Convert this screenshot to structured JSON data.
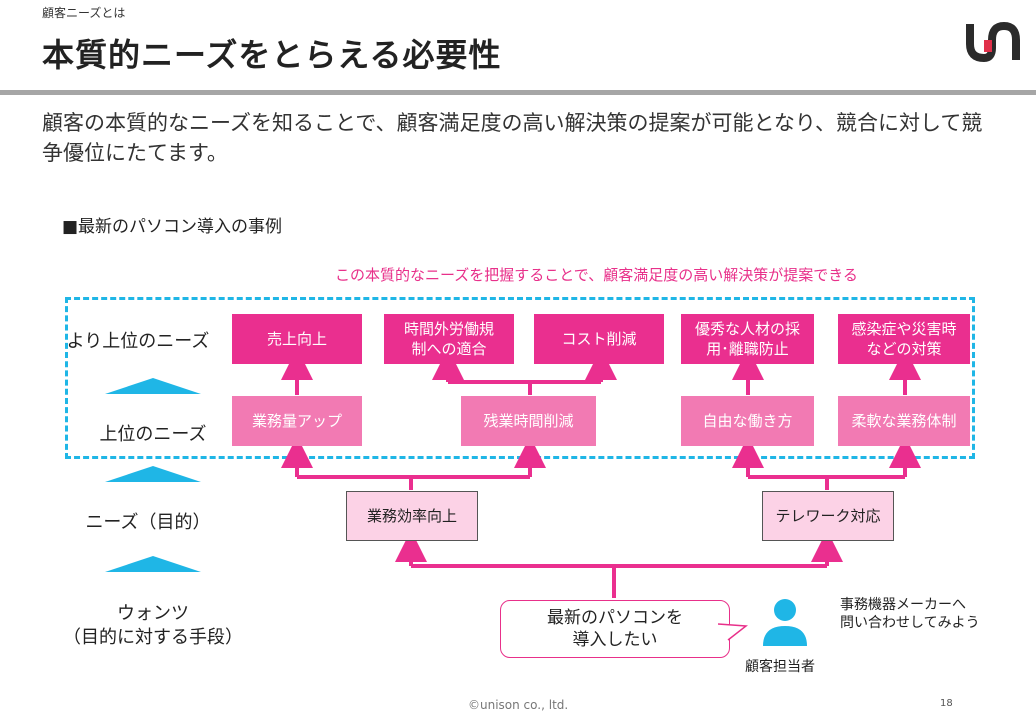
{
  "header": {
    "breadcrumb": "顧客ニーズとは",
    "title": "本質的ニーズをとらえる必要性",
    "intro": "顧客の本質的なニーズを知ることで、顧客満足度の高い解決策の提案が可能となり、競合に対して競争優位にたてます。"
  },
  "section": {
    "heading": "■最新のパソコン導入の事例",
    "note": "この本質的なニーズを把握することで、顧客満足度の高い解決策が提案できる"
  },
  "levels": {
    "top": "より上位のニーズ",
    "upper": "上位のニーズ",
    "needs": "ニーズ（目的）",
    "wants_line1": "ウォンツ",
    "wants_line2": "（目的に対する手段）"
  },
  "top_boxes": [
    "売上向上",
    "時間外労働規制への適合",
    "コスト削減",
    "優秀な人材の採用･離職防止",
    "感染症や災害時などの対策"
  ],
  "upper_boxes": [
    "業務量アップ",
    "残業時間削減",
    "自由な働き方",
    "柔軟な業務体制"
  ],
  "needs_boxes": [
    "業務効率向上",
    "テレワーク対応"
  ],
  "wants": "最新のパソコンを導入したい",
  "person": {
    "label": "顧客担当者",
    "note_line1": "事務機器メーカーへ",
    "note_line2": "問い合わせしてみよう"
  },
  "footer": {
    "copyright": "©unison co., ltd.",
    "page": "18"
  },
  "colors": {
    "accent_pink": "#ea2f8f",
    "mid_pink": "#f27ab3",
    "light_pink": "#fcd2e6",
    "cyan": "#1fb6e6",
    "logo_dark": "#2b2b2b",
    "logo_red": "#e0304a"
  }
}
